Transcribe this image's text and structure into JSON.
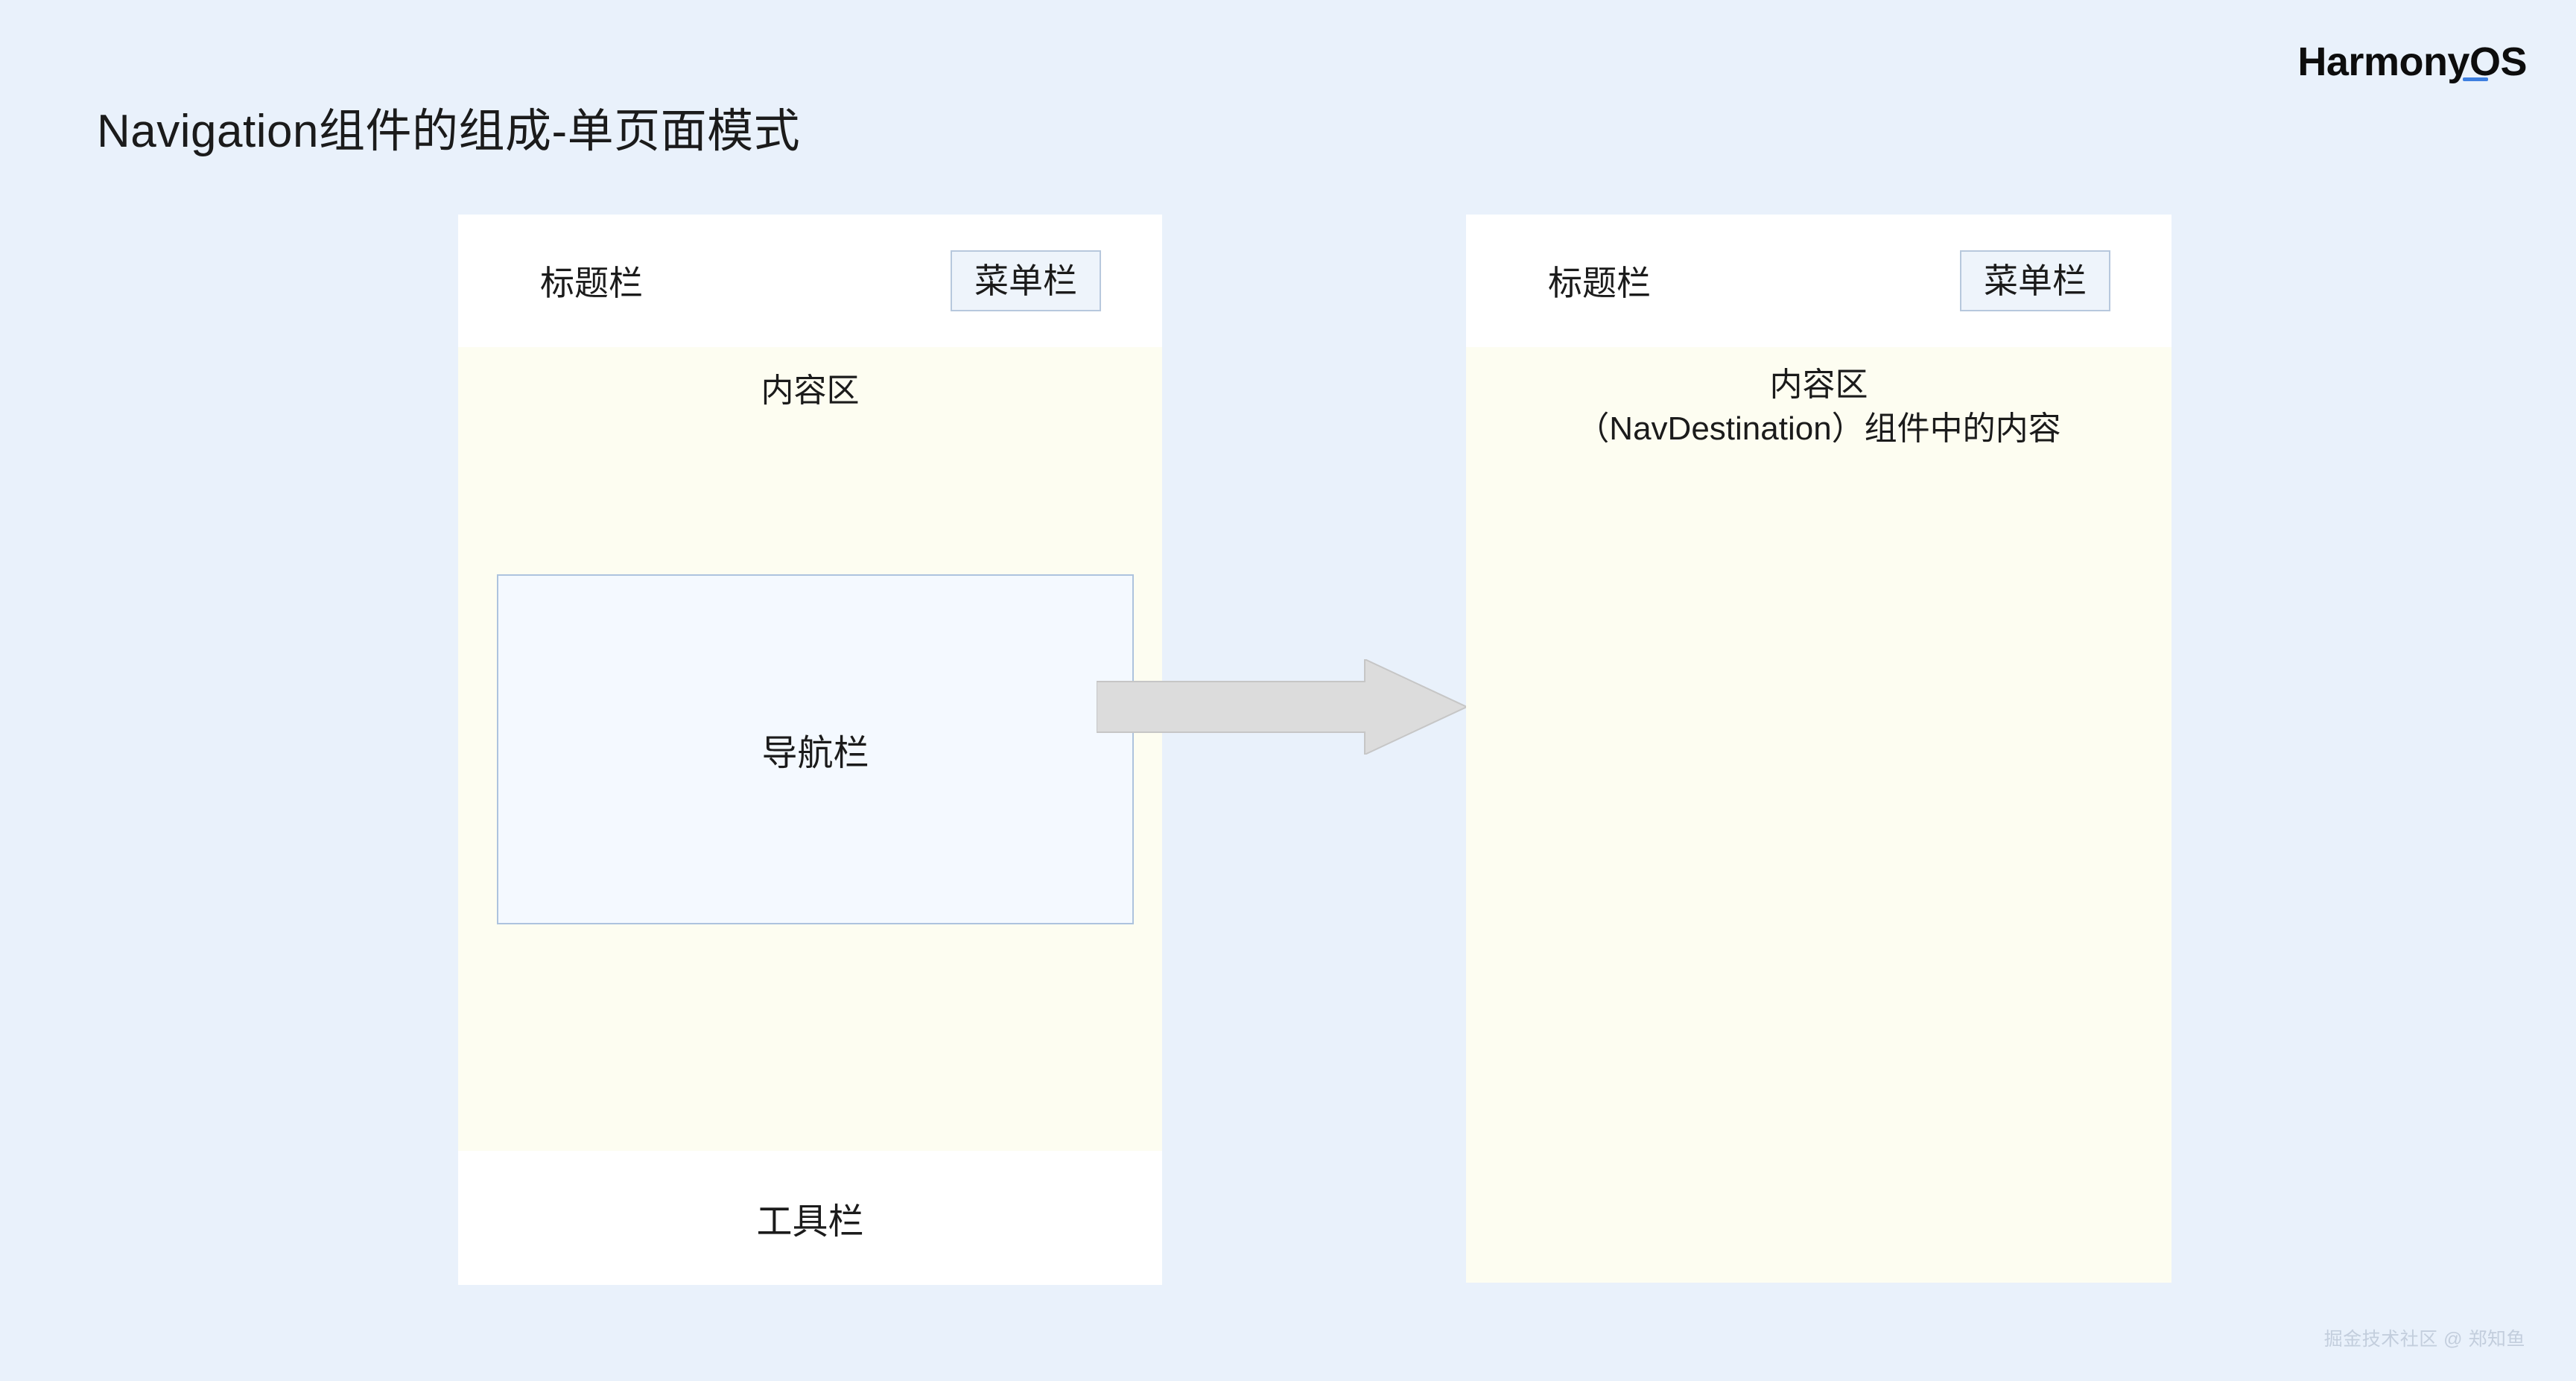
{
  "page": {
    "title": "Navigation组件的组成-单页面模式",
    "background_color": "#E9F1FB",
    "watermark": "掘金技术社区 @ 郑知鱼"
  },
  "brand": {
    "name": "HarmonyOS",
    "accent_color": "#3D7FE0"
  },
  "diagram": {
    "arrow": {
      "direction": "right",
      "fill_color": "#DCDCDC",
      "stroke_color": "#C6C6C6"
    },
    "panels": [
      {
        "id": "single-page-navigation",
        "titlebar": {
          "label": "标题栏",
          "menu_label": "菜单栏",
          "menu_border_color": "#B7C8DD",
          "menu_fill_color": "#EEF4FB"
        },
        "content": {
          "label": "内容区",
          "fill_color": "#FDFDF1"
        },
        "navbar": {
          "label": "导航栏",
          "border_color": "#ADC3DE",
          "fill_color": "#F4F9FF"
        },
        "toolbar": {
          "label": "工具栏"
        }
      },
      {
        "id": "navdestination-page",
        "titlebar": {
          "label": "标题栏",
          "menu_label": "菜单栏",
          "menu_border_color": "#B7C8DD",
          "menu_fill_color": "#EEF4FB"
        },
        "content": {
          "label": "内容区\n（NavDestination）组件中的内容",
          "fill_color": "#FDFDF1"
        }
      }
    ]
  }
}
